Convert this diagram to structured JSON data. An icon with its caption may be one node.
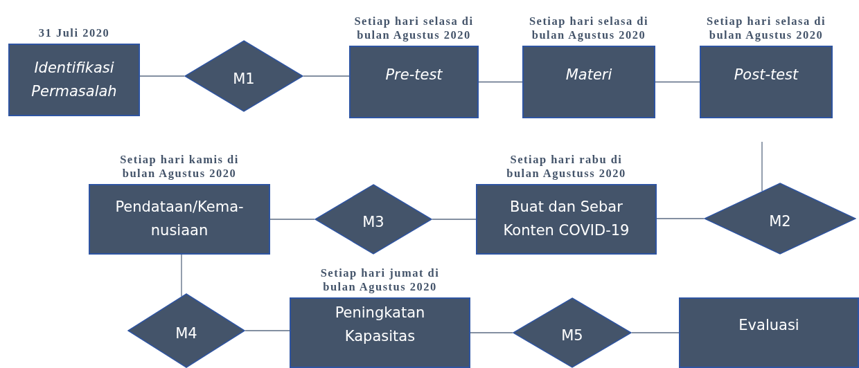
{
  "diagram": {
    "nodes": [
      {
        "text": [
          "Identifikasi Permasalah"
        ],
        "beside": [
          "31 Juli 2020"
        ]
      },
      {
        "text": [
          "M1"
        ]
      },
      {
        "text": [
          "Pre-test"
        ],
        "beside": [
          "Setiap hari selasa di bulan Agustus 2020"
        ]
      },
      {
        "text": [
          "Materi"
        ],
        "beside": [
          "Setiap hari selasa di bulan Agustus 2020"
        ]
      },
      {
        "text": [
          "Post-test"
        ],
        "beside": [
          "Setiap hari selasa di bulan Agustus 2020"
        ]
      },
      {
        "text": [
          "Pendataan/Kema- nusiaan"
        ],
        "beside": [
          "Setiap hari kamis di bulan Agustus 2020"
        ]
      },
      {
        "text": [
          "M3"
        ]
      },
      {
        "text": [
          "Buat dan Sebar Konten COVID-19"
        ],
        "beside": [
          "Setiap hari rabu di bulan Agustuss 2020"
        ]
      },
      {
        "text": [
          "M2"
        ]
      },
      {
        "text": [
          "M4"
        ]
      },
      {
        "text": [
          "Peningkatan Kapasitas"
        ],
        "beside": [
          "Setiap hari jumat di bulan Agustus 2020"
        ]
      },
      {
        "text": [
          "M5"
        ]
      },
      {
        "text": [
          "Evaluasi"
        ]
      }
    ],
    "edges": [
      {
        "from": 0,
        "to": 1,
        "arrow": "none"
      },
      {
        "from": 1,
        "to": 2,
        "arrow": "none"
      },
      {
        "from": 2,
        "to": 3,
        "arrow": "none"
      },
      {
        "from": 3,
        "to": 4,
        "arrow": "none"
      },
      {
        "from": 4,
        "to": 8,
        "arrow": "none"
      },
      {
        "from": 8,
        "to": 7,
        "arrow": "none"
      },
      {
        "from": 7,
        "to": 6,
        "arrow": "none"
      },
      {
        "from": 6,
        "to": 5,
        "arrow": "none"
      },
      {
        "from": 5,
        "to": 9,
        "arrow": "none"
      },
      {
        "from": 9,
        "to": 10,
        "arrow": "none"
      },
      {
        "from": 10,
        "to": 11,
        "arrow": "none"
      },
      {
        "from": 11,
        "to": 12,
        "arrow": "none"
      }
    ]
  }
}
